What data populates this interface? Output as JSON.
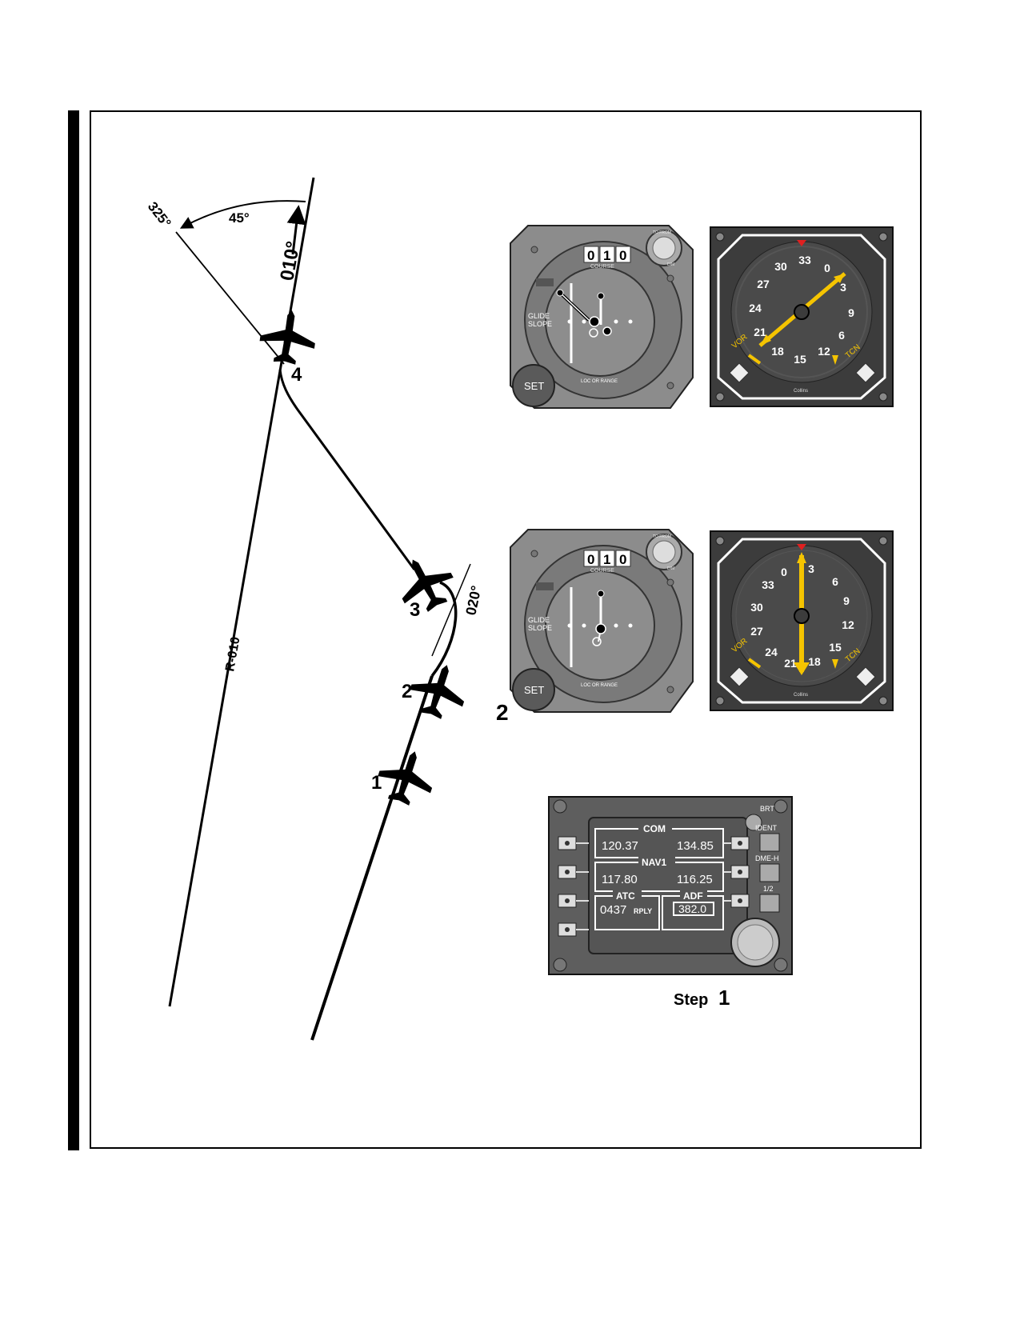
{
  "diagram": {
    "bearing_325": "325°",
    "angle_45": "45°",
    "heading_010": "010°",
    "heading_020": "020°",
    "radial_label": "R-010",
    "position_1": "1",
    "position_2": "2",
    "position_3": "3",
    "position_4": "4"
  },
  "cdi_top": {
    "course_digits": [
      "0",
      "1",
      "0"
    ],
    "course_label": "COURSE",
    "glide_label_1": "GLIDE",
    "glide_label_2": "SLOPE",
    "set_label": "SET",
    "loc_label": "LOC OR RANGE",
    "to_from_label": "TO  FROM",
    "dim_label": "DIM"
  },
  "cdi_bottom": {
    "course_digits": [
      "0",
      "1",
      "0"
    ],
    "course_label": "COURSE",
    "glide_label_1": "GLIDE",
    "glide_label_2": "SLOPE",
    "set_label": "SET",
    "loc_label": "LOC OR RANGE",
    "to_from_label": "TO  FROM",
    "dim_label": "DIM"
  },
  "rmi_top": {
    "vor_label": "VOR",
    "tcn_label": "TCN",
    "brand": "Collins",
    "card_labels": [
      "33",
      "30",
      "27",
      "24",
      "21",
      "18",
      "15",
      "12",
      "9",
      "6",
      "3",
      "0"
    ]
  },
  "rmi_bottom": {
    "vor_label": "VOR",
    "tcn_label": "TCN",
    "brand": "Collins",
    "card_labels": [
      "0",
      "33",
      "30",
      "27",
      "24",
      "21",
      "18",
      "15",
      "12",
      "9",
      "6",
      "3"
    ]
  },
  "step_label_2": "2",
  "radio_panel": {
    "brt": "BRT",
    "ident": "IDENT",
    "dme_h": "DME-H",
    "half": "1/2",
    "com_title": "COM",
    "com_active": "120.37",
    "com_standby": "134.85",
    "nav_title": "NAV1",
    "nav_active": "117.80",
    "nav_standby": "116.25",
    "atc_title": "ATC",
    "atc_code": "0437",
    "atc_reply": "RPLY",
    "adf_title": "ADF",
    "adf_freq": "382.0"
  },
  "step_caption": {
    "word": "Step",
    "number": "1"
  },
  "colors": {
    "instrument_gray": "#6b6b6b",
    "face_dark": "#4a4a4a",
    "needle_yellow": "#f5c400",
    "lubber_red": "#e02020"
  }
}
